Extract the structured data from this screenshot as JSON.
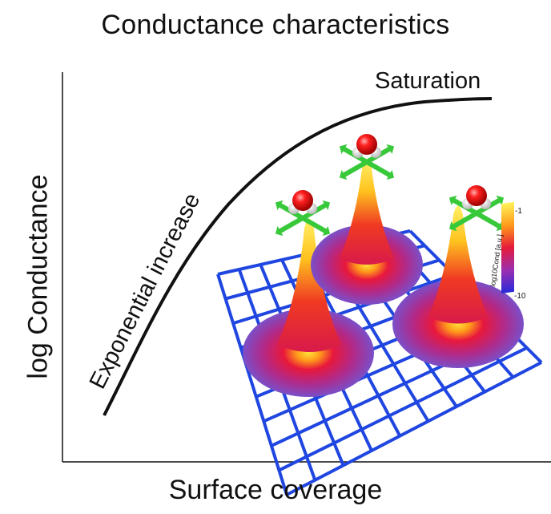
{
  "title": "Conductance characteristics",
  "xlabel": "Surface coverage",
  "ylabel": "log Conductance",
  "annotations": {
    "curve_start": "Exponential increase",
    "curve_end": "Saturation"
  },
  "colorbar": {
    "label": "log10Cond [a.u.]",
    "top_tick": "-1",
    "bottom_tick": "-10"
  },
  "colors": {
    "grid": "#1f46e0",
    "molecule_arrows": "#38c93a",
    "atom": "#e01010",
    "curve": "#111111"
  }
}
